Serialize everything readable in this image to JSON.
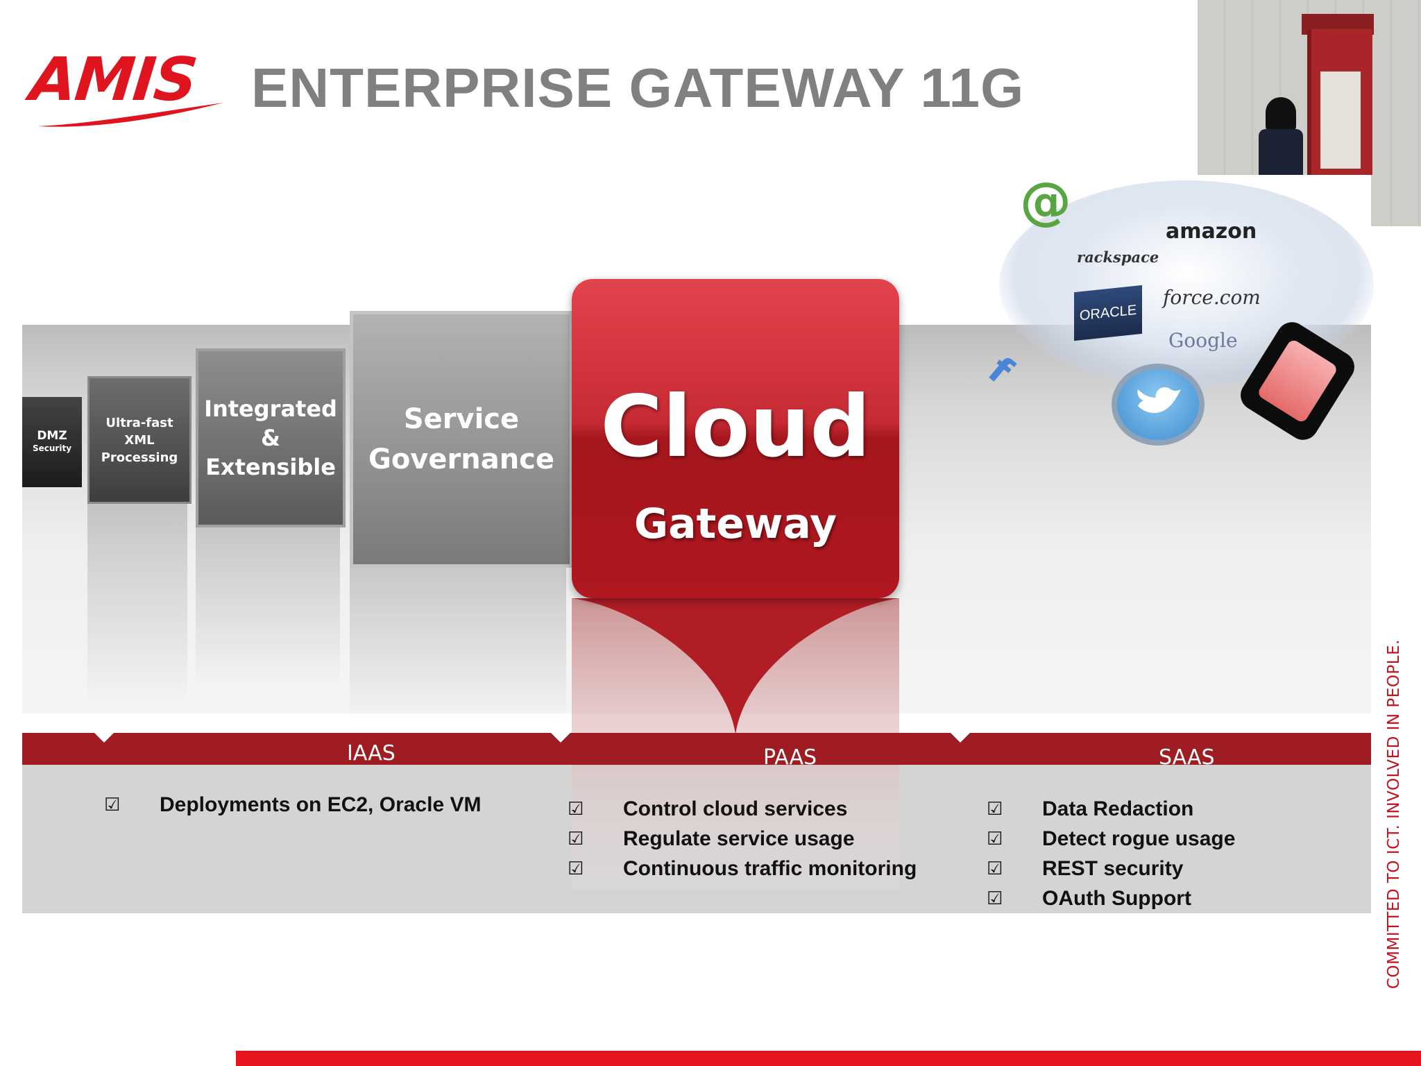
{
  "logo": {
    "text": "AMIS"
  },
  "title": "ENTERPRISE GATEWAY 11G",
  "panels": {
    "dmz": {
      "line1": "DMZ",
      "line2": "Security"
    },
    "xml": {
      "line1": "Ultra-fast",
      "line2": "XML",
      "line3": "Processing"
    },
    "integrated": {
      "line1": "Integrated",
      "line2": "&",
      "line3": "Extensible"
    },
    "governance": {
      "line1": "Service",
      "line2": "Governance"
    },
    "cloud_gateway": {
      "line1": "Cloud",
      "line2": "Gateway"
    }
  },
  "cloud_logos": {
    "rackspace": "rackspace",
    "amazon": "amazon",
    "oracle": "ORACLE",
    "force": "force.com",
    "google": "Google"
  },
  "sections": [
    {
      "label": "IAAS",
      "items": [
        "Deployments on EC2, Oracle VM"
      ]
    },
    {
      "label": "PAAS",
      "items": [
        "Control cloud services",
        "Regulate service usage",
        "Continuous traffic monitoring"
      ]
    },
    {
      "label": "SAAS",
      "items": [
        "Data Redaction",
        "Detect rogue usage",
        "REST security",
        "OAuth Support"
      ]
    }
  ],
  "check_glyph": "☑",
  "tagline": "COMMITTED TO ICT. INVOLVED IN PEOPLE.",
  "colors": {
    "brand_red": "#e0141e",
    "band_red": "#9e1c22",
    "title_grey": "#808080"
  }
}
